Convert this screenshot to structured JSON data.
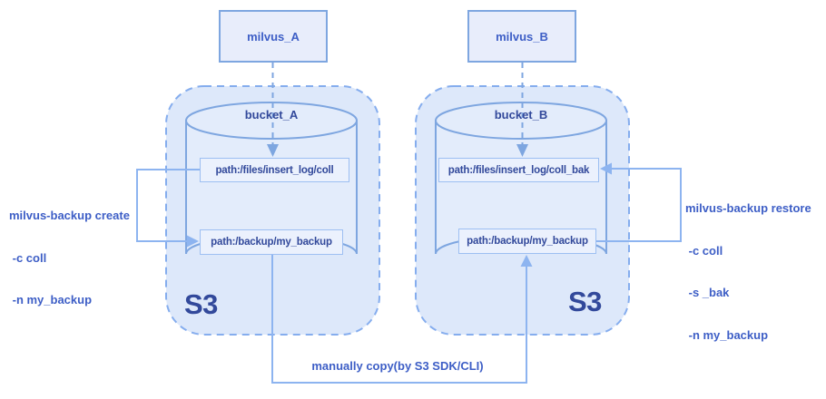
{
  "colors": {
    "container-fill": "#dde8fa",
    "cylinder-fill": "#e3ecfb",
    "shape-fill": "#e8edfb",
    "box-fill": "#ebf1fd",
    "shape-stroke": "#7ea6e0",
    "box-stroke": "#9dbff2",
    "dash-stroke": "#85adee",
    "connector": "#8db4f0",
    "text-dark": "#32499b",
    "text-blue": "#3d5ec6"
  },
  "left": {
    "milvus_label": "milvus_A",
    "bucket_label": "bucket_A",
    "files_path": "path:/files/insert_log/coll",
    "backup_path": "path:/backup/my_backup",
    "s3_label": "S3",
    "command_lines": [
      "milvus-backup create",
      " -c coll",
      " -n my_backup"
    ]
  },
  "right": {
    "milvus_label": "milvus_B",
    "bucket_label": "bucket_B",
    "files_path": "path:/files/insert_log/coll_bak",
    "backup_path": "path:/backup/my_backup",
    "s3_label": "S3",
    "command_lines": [
      "milvus-backup restore",
      " -c coll",
      " -s _bak",
      " -n my_backup"
    ]
  },
  "copy_label": "manually copy(by S3 SDK/CLI)"
}
